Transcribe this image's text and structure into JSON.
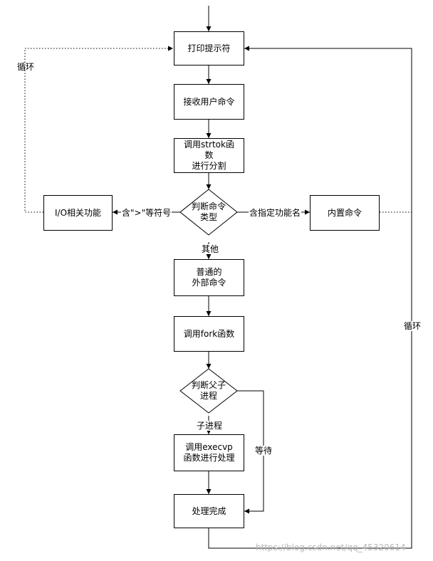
{
  "nodes": {
    "print_prompt": "打印提示符",
    "receive_cmd": "接收用户命令",
    "strtok_split": "调用strtok函\n数\n进行分割",
    "judge_type": "判断命令\n类型",
    "io_function": "I/O相关功能",
    "builtin_cmd": "内置命令",
    "external_cmd": "普通的\n外部命令",
    "call_fork": "调用fork函数",
    "judge_parent_child": "判断父子\n进程",
    "call_execvp": "调用execvp\n函数进行处理",
    "done": "处理完成"
  },
  "edge_labels": {
    "redirect": "含\">\"等符号",
    "builtin": "含指定功能名",
    "other": "其他",
    "child": "子进程",
    "wait": "等待",
    "loop_left": "循环",
    "loop_right": "循环"
  },
  "watermark": "https://blog.csdn.net/qq_45320614"
}
